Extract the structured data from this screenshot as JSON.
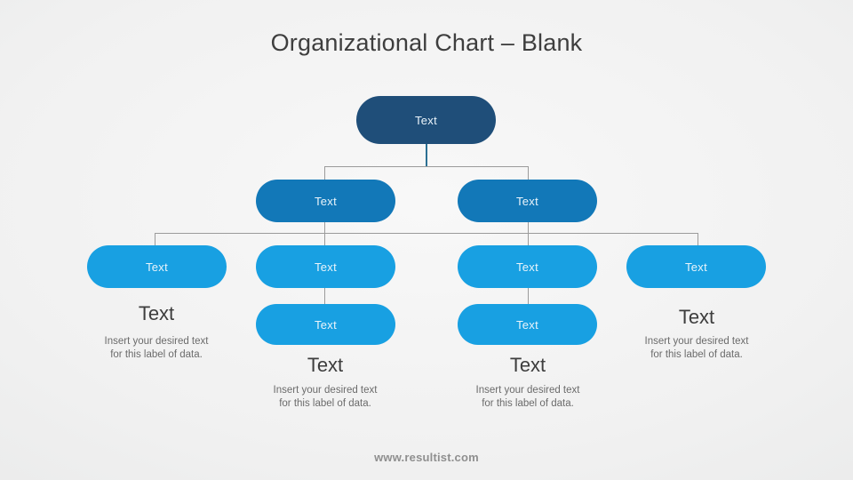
{
  "slide": {
    "title": "Organizational Chart – Blank",
    "footer": "www.resultist.com"
  },
  "colors": {
    "root-fill": "#1F4E79",
    "level2-fill": "#1278B8",
    "level3-fill": "#18A0E2",
    "pill-text": "#EAF4FB",
    "connector-gray": "#9B9B9B",
    "connector-teal": "#2B7093",
    "title-text": "#3E3E3E",
    "heading-text": "#3D3D3D",
    "caption-text": "#6B6B6B",
    "footer-text": "#8F8F8F"
  },
  "org": {
    "root": {
      "label": "Text"
    },
    "level2": {
      "left": {
        "label": "Text"
      },
      "right": {
        "label": "Text"
      }
    },
    "columns": [
      {
        "pill": "Text",
        "heading": "Text",
        "caption": [
          "Insert your desired text",
          "for this label of data."
        ]
      },
      {
        "pill": "Text",
        "pill2": "Text",
        "heading": "Text",
        "caption": [
          "Insert your desired text",
          "for this label of data."
        ]
      },
      {
        "pill": "Text",
        "pill2": "Text",
        "heading": "Text",
        "caption": [
          "Insert your desired text",
          "for this label of data."
        ]
      },
      {
        "pill": "Text",
        "heading": "Text",
        "caption": [
          "Insert your desired text",
          "for this label of data."
        ]
      }
    ]
  }
}
